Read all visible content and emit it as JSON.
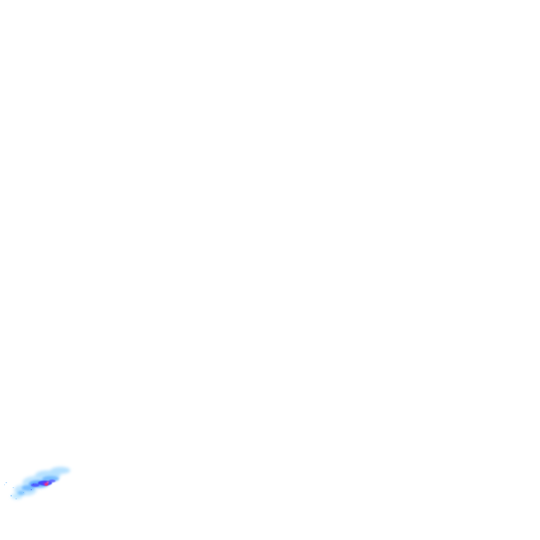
{
  "map": {
    "type": "precipitation-radar-tile",
    "background": "transparent",
    "legend_colors": {
      "light": "#b3e0ff",
      "moderate": "#4da6ff",
      "heavy": "#3b3bff",
      "intense": "#8a2be2",
      "extreme": "#ff3366"
    },
    "cells": [
      {
        "id": "cell-east-plume",
        "intensity": "light"
      },
      {
        "id": "cell-central-band",
        "intensity": "moderate"
      },
      {
        "id": "cell-core",
        "intensity": "heavy"
      },
      {
        "id": "cell-peak",
        "intensity": "extreme"
      },
      {
        "id": "cell-southwest-scatter",
        "intensity": "light"
      },
      {
        "id": "cell-west-fleck",
        "intensity": "light"
      }
    ]
  }
}
